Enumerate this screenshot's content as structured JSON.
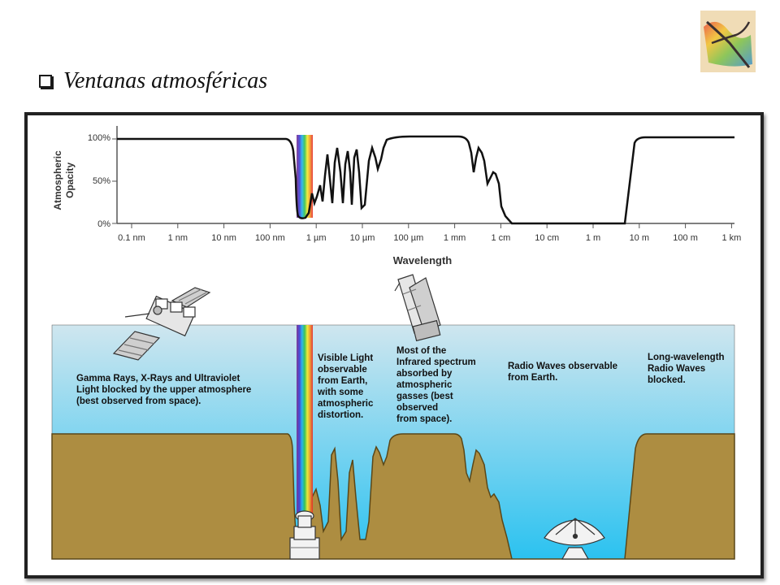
{
  "slide": {
    "title": "Ventanas atmosféricas"
  },
  "opacity_chart": {
    "ylabel_line1": "Atmospheric",
    "ylabel_line2": "Opacity",
    "yticks": [
      "100%",
      "50%",
      "0%"
    ],
    "xticks": [
      "0.1 nm",
      "1 nm",
      "10 nm",
      "100 nm",
      "1 µm",
      "10 µm",
      "100 µm",
      "1 mm",
      "1 cm",
      "10 cm",
      "1 m",
      "10 m",
      "100 m",
      "1 km"
    ],
    "xlabel": "Wavelength"
  },
  "captions": {
    "gamma": [
      "Gamma Rays, X-Rays and Ultraviolet",
      "Light blocked by the upper atmosphere",
      "(best observed from space)."
    ],
    "visible": [
      "Visible Light",
      "observable",
      "from Earth,",
      "with some",
      "atmospheric",
      "distortion."
    ],
    "infrared": [
      "Most of the",
      "Infrared spectrum",
      "absorbed by",
      "atmospheric",
      "gasses (best",
      "observed",
      "from space)."
    ],
    "radio": [
      "Radio Waves observable",
      "from Earth."
    ],
    "longwave": [
      "Long-wavelength",
      "Radio Waves",
      "blocked."
    ]
  },
  "colors": {
    "sky_top": "#cfe6ef",
    "sky_bottom": "#2bc2f0",
    "ground": "#ad8d41",
    "ground_edge": "#5a4718"
  }
}
